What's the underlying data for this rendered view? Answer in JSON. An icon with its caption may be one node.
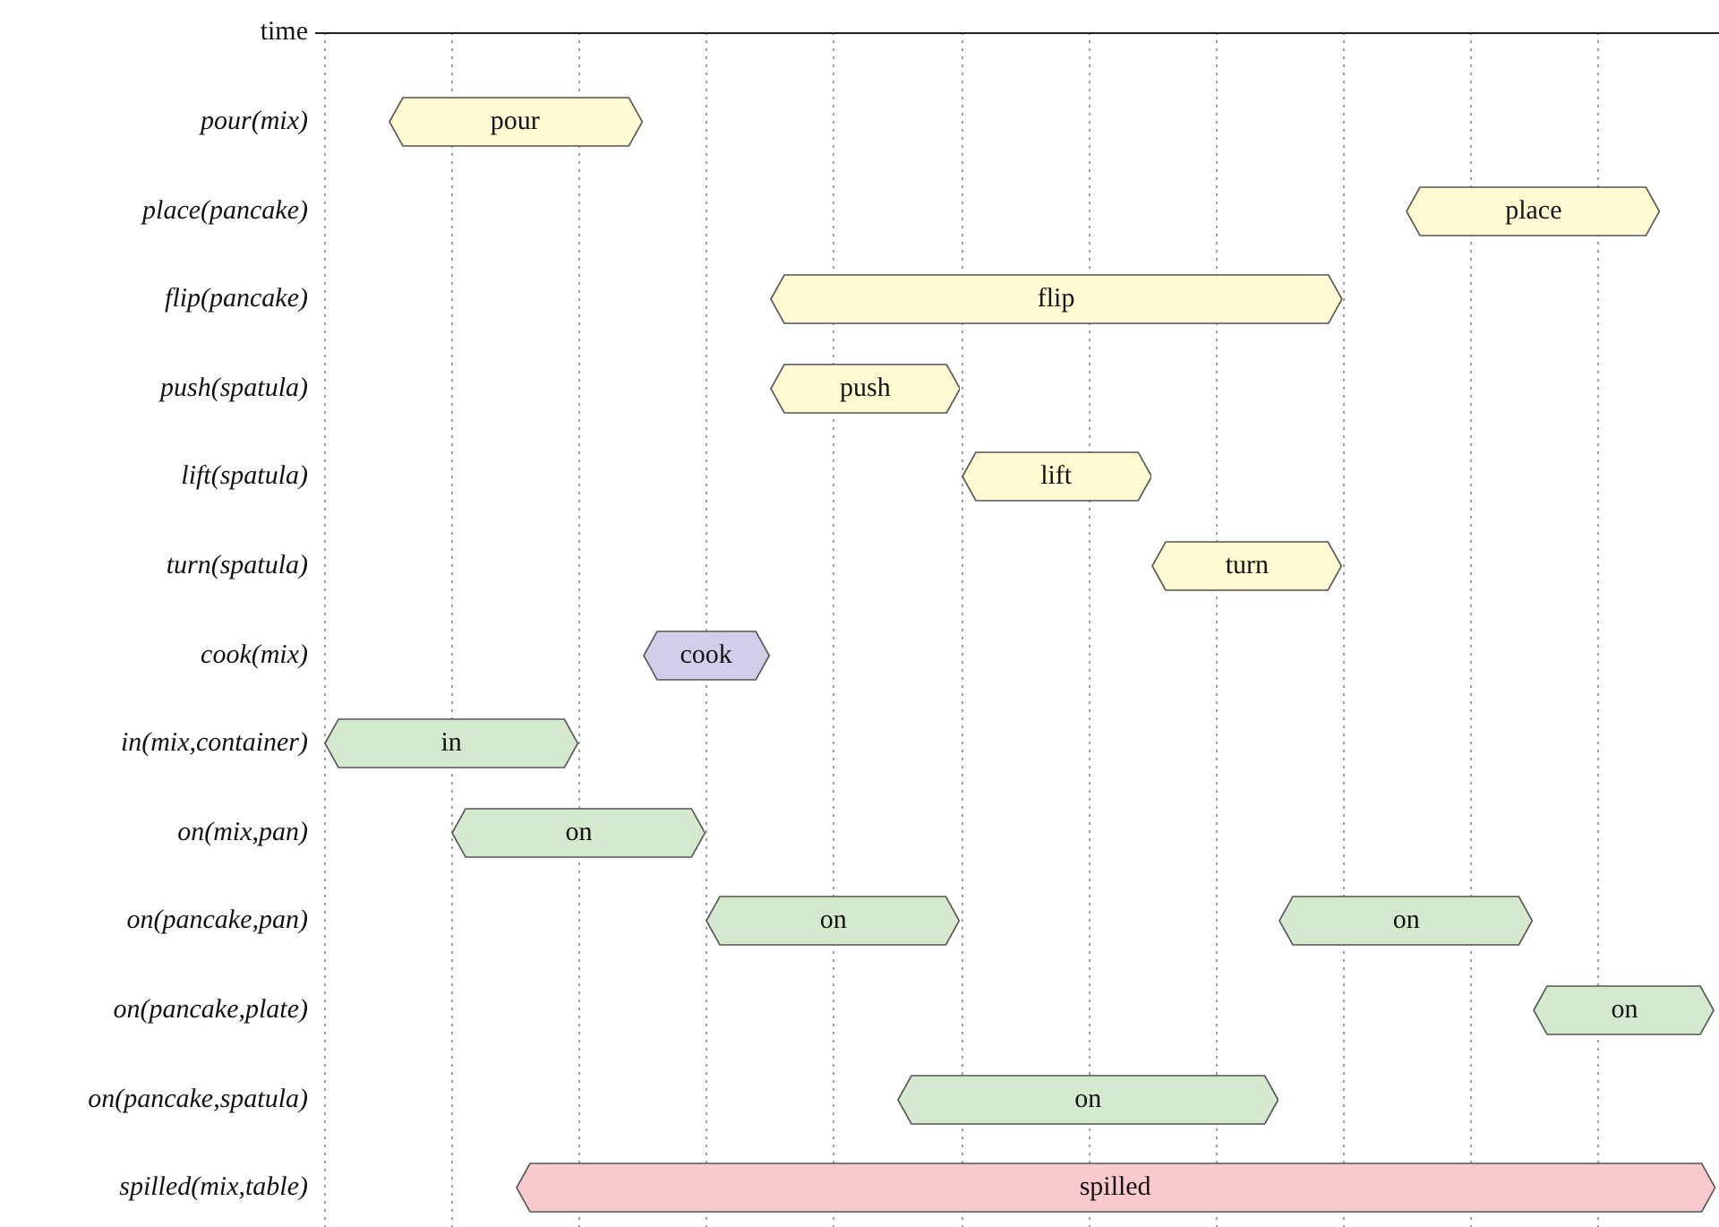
{
  "diagram": {
    "nodes": [
      {
        "text": [
          "pour"
        ]
      },
      {
        "text": [
          "place"
        ]
      },
      {
        "text": [
          "flip"
        ]
      },
      {
        "text": [
          "push"
        ]
      },
      {
        "text": [
          "lift"
        ]
      },
      {
        "text": [
          "turn"
        ]
      },
      {
        "text": [
          "cook"
        ]
      },
      {
        "text": [
          "in"
        ]
      },
      {
        "text": [
          "on"
        ]
      },
      {
        "text": [
          "on"
        ]
      },
      {
        "text": [
          "on"
        ]
      },
      {
        "text": [
          "on"
        ]
      },
      {
        "text": [
          "on"
        ]
      },
      {
        "text": [
          "spilled"
        ]
      }
    ],
    "labels": [
      "time",
      "pour(mix)",
      "place(pancake)",
      "flip(pancake)",
      "push(spatula)",
      "lift(spatula)",
      "turn(spatula)",
      "cook(mix)",
      "in(mix,container)",
      "on(mix,pan)",
      "on(pancake,pan)",
      "on(pancake,plate)",
      "on(pancake,spatula)",
      "spilled(mix,table)"
    ]
  }
}
